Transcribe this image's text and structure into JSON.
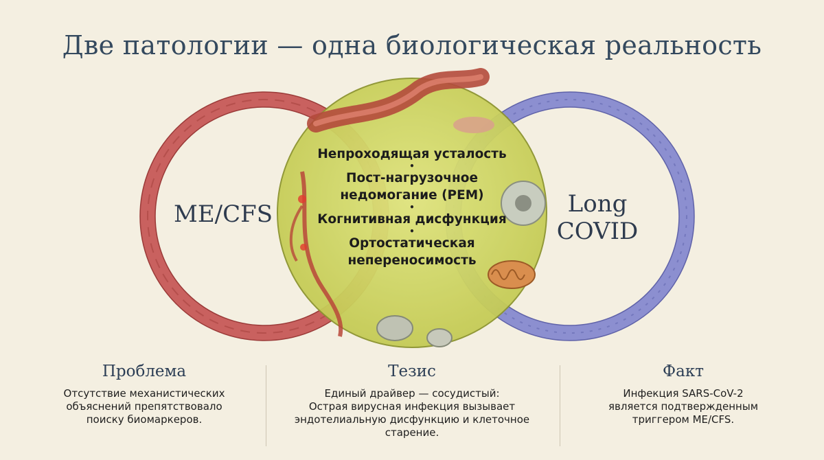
{
  "title": "Две патологии — одна биологическая реальность",
  "left_ring": {
    "label_line1": "ME/CFS",
    "color": "#c9615f"
  },
  "right_ring": {
    "label_line1": "Long",
    "label_line2": "COVID",
    "color": "#8c8fd0"
  },
  "center": {
    "fill": "#d3d96a",
    "items": [
      "Непроходящая усталость",
      "Пост-нагрузочное",
      "недомогание (PEM)",
      "Когнитивная дисфункция",
      "Ортостатическая",
      "непереносимость"
    ],
    "separator": "•"
  },
  "columns": [
    {
      "heading": "Проблема",
      "lines": [
        "Отсутствие механистических",
        "объяснений препятствовало",
        "поиску биомаркеров."
      ]
    },
    {
      "heading": "Тезис",
      "lines": [
        "Единый драйвер — сосудистый:",
        "Острая вирусная инфекция вызывает",
        "эндотелиальную дисфункцию и клеточное",
        "старение."
      ]
    },
    {
      "heading": "Факт",
      "lines": [
        "Инфекция SARS-CoV-2",
        "является подтвержденным",
        "триггером ME/CFS."
      ]
    }
  ]
}
